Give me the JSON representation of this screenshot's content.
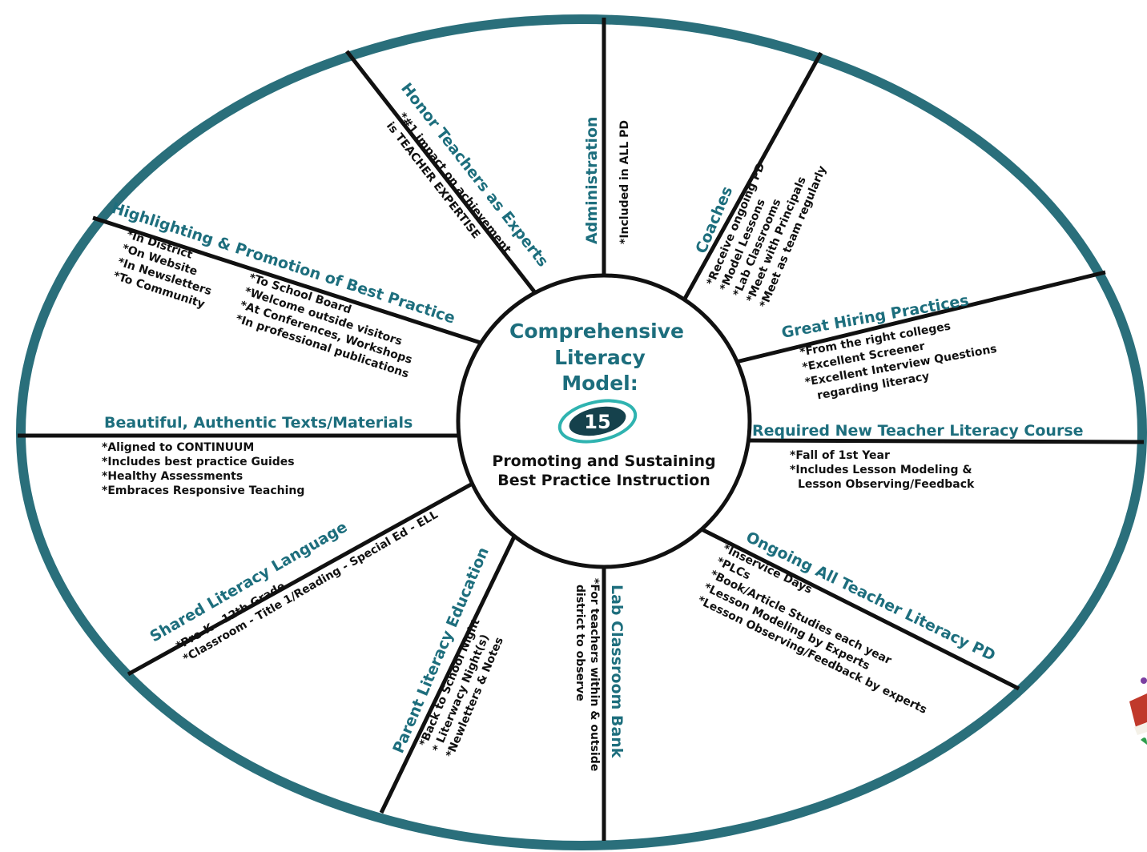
{
  "colors": {
    "rim": "#2a6f7b",
    "title": "#1d6e7d",
    "text": "#111111",
    "spoke": "#111111",
    "logo_dark": "#15414c",
    "logo_accent": "#2fb3b0"
  },
  "center": {
    "title_line1": "Comprehensive",
    "title_line2": "Literacy",
    "title_line3": "Model:",
    "logo_number": "15",
    "subtitle_line1": "Promoting and Sustaining",
    "subtitle_line2": "Best Practice Instruction"
  },
  "segments": [
    {
      "id": "honor-teachers",
      "title": "Honor Teachers as Experts",
      "items": [
        "*#1 impact on achievement",
        "is TEACHER EXPERTISE"
      ]
    },
    {
      "id": "administration",
      "title": "Administration",
      "items": [
        "*Included in ALL PD"
      ]
    },
    {
      "id": "coaches",
      "title": "Coaches",
      "items": [
        "*Receive ongoing PD",
        "*Model Lessons",
        "*Lab Classrooms",
        "*Meet with Principals",
        "*Meet as team regularly"
      ]
    },
    {
      "id": "great-hiring",
      "title": "Great Hiring Practices",
      "items": [
        "*From the right colleges",
        "*Excellent Screener",
        "*Excellent Interview Questions",
        "regarding literacy"
      ]
    },
    {
      "id": "new-teacher-course",
      "title": "Required New Teacher Literacy Course",
      "items": [
        "*Fall of 1st Year",
        "*Includes Lesson Modeling &",
        "Lesson Observing/Feedback"
      ]
    },
    {
      "id": "ongoing-pd",
      "title": "Ongoing All Teacher Literacy PD",
      "items": [
        "*Inservice Days",
        "*PLCs",
        "*Book/Article Studies each year",
        "*Lesson Modeling by Experts",
        "*Lesson Observing/Feedback by experts"
      ]
    },
    {
      "id": "lab-classroom",
      "title": "Lab Classroom Bank",
      "items": [
        "*For teachers within & outside",
        "district to observe"
      ]
    },
    {
      "id": "parent-education",
      "title": "Parent Literacy Education",
      "items": [
        "*Back to School Night",
        "* Literwacy Night(s)",
        "*Newletters & Notes"
      ]
    },
    {
      "id": "shared-language",
      "title": "Shared Literacy Language",
      "items": [
        "*Pre-K - 12th Grade",
        "*Classroom - Title 1/Reading - Special Ed - ELL"
      ]
    },
    {
      "id": "authentic-texts",
      "title": "Beautiful, Authentic Texts/Materials",
      "items": [
        "*Aligned to CONTINUUM",
        "*Includes best practice Guides",
        "*Healthy Assessments",
        "*Embraces Responsive Teaching"
      ]
    },
    {
      "id": "highlighting",
      "title": "Highlighting & Promotion of Best Practice",
      "items": [
        "*In District",
        "*On Website",
        "*In Newsletters",
        "*To Community"
      ],
      "items_b": [
        "*To School Board",
        "*Welcome outside visitors",
        "*At Conferences, Workshops",
        "*In professional publications"
      ]
    }
  ]
}
